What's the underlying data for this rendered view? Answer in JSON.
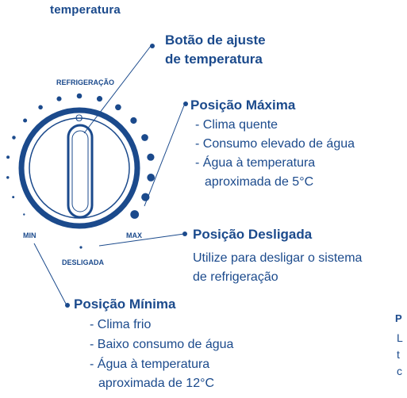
{
  "header": "temperatura",
  "dial": {
    "label_top": "REFRIGERAÇÃO",
    "label_min": "MIN",
    "label_max": "MAX",
    "label_off": "DESLIGADA",
    "knob_mark": "O"
  },
  "callouts": {
    "button": {
      "title_line1": "Botão de ajuste",
      "title_line2": "de temperatura"
    },
    "max": {
      "title": "Posição Máxima",
      "lines": [
        "- Clima quente",
        "- Consumo elevado de água",
        "- Água à temperatura",
        "aproximada de 5°C"
      ]
    },
    "off": {
      "title": "Posição Desligada",
      "lines": [
        "Utilize para desligar o sistema",
        "de refrigeração"
      ]
    },
    "min": {
      "title": "Posição Mínima",
      "lines": [
        "- Clima frio",
        "- Baixo consumo de água",
        "- Água à temperatura",
        "aproximada de 12°C"
      ]
    }
  },
  "cutoff_fragment": {
    "title": "P",
    "lines": [
      "L",
      "t",
      "c"
    ]
  },
  "colors": {
    "ink": "#1b4a8c",
    "background": "#ffffff"
  }
}
